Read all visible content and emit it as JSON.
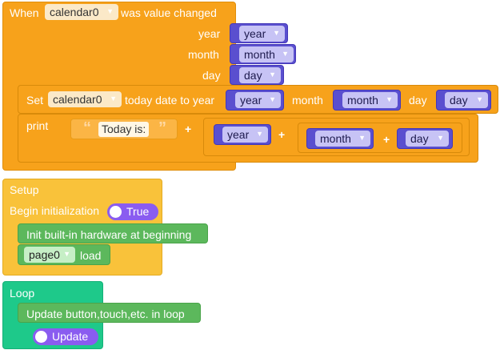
{
  "event_block": {
    "when": "When",
    "component": "calendar0",
    "changed": "was value changed",
    "params": [
      "year",
      "month",
      "day"
    ]
  },
  "set_block": {
    "set": "Set",
    "component": "calendar0",
    "action": "today date to year",
    "year_var": "year",
    "month_label": "month",
    "month_var": "month",
    "day_label": "day",
    "day_var": "day"
  },
  "print_block": {
    "label": "print",
    "string": "Today is:",
    "plus": "+",
    "vars": [
      "year",
      "month",
      "day"
    ]
  },
  "setup_block": {
    "title": "Setup",
    "begin": "Begin initialization",
    "toggle": "True",
    "init": "Init built-in hardware at beginning",
    "page": "page0",
    "load": "load"
  },
  "loop_block": {
    "title": "Loop",
    "update": "Update button,touch,etc. in loop",
    "toggle": "Update"
  },
  "colors": {
    "event": "#f7a21b",
    "setup": "#f9c23a",
    "hardware": "#5cb85c",
    "loop": "#1ec98a",
    "variable": "#5a4fcf",
    "toggle": "#8a5cf0"
  }
}
